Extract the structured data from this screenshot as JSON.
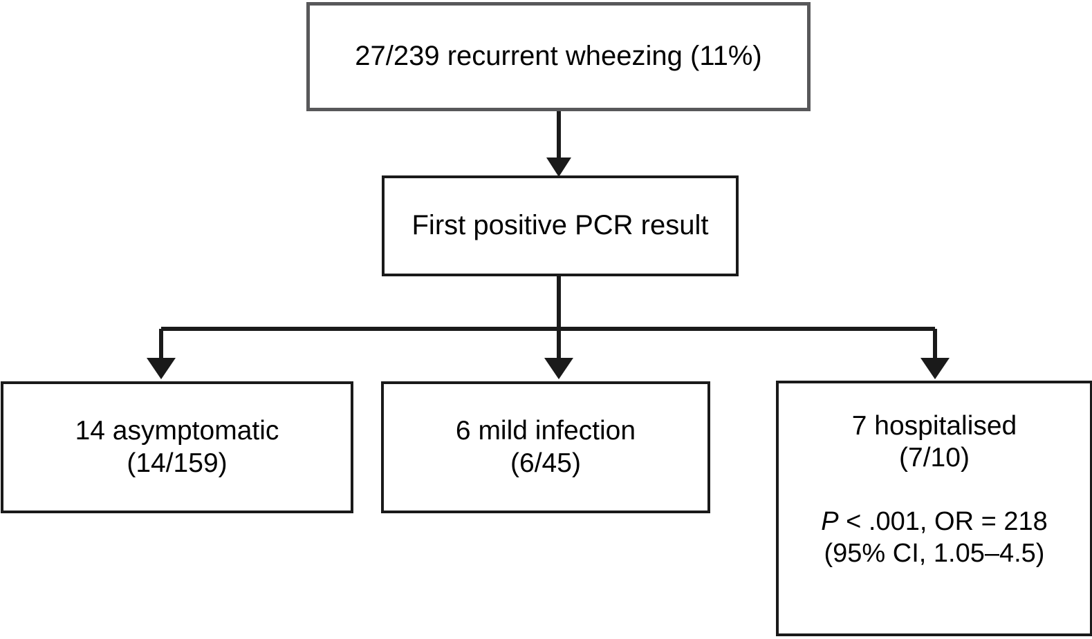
{
  "figure": {
    "type": "flowchart",
    "orientation": "top-down",
    "background_color": "#ffffff",
    "text_color": "#000000"
  },
  "nodes": [
    {
      "id": "wheezing",
      "name": "recurrent-wheezing",
      "lines": [
        "27/239 recurrent wheezing (11%)"
      ],
      "numerator": 27,
      "denominator": 239,
      "percent": "11%",
      "border_color": "#58585a"
    },
    {
      "id": "pcr",
      "name": "first-positive-pcr-result",
      "lines": [
        "First positive PCR result"
      ],
      "border_color": "#1a1a1a"
    },
    {
      "id": "asymptomatic",
      "name": "asymptomatic-group",
      "lines": [
        "14 asymptomatic",
        "(14/159)"
      ],
      "count": 14,
      "numerator": 14,
      "denominator": 159,
      "border_color": "#1a1a1a"
    },
    {
      "id": "mild",
      "name": "mild-infection-group",
      "lines": [
        "6 mild infection",
        "(6/45)"
      ],
      "count": 6,
      "numerator": 6,
      "denominator": 45,
      "border_color": "#1a1a1a"
    },
    {
      "id": "hospitalised",
      "name": "hospitalised-group",
      "lines": [
        "7 hospitalised",
        "(7/10)"
      ],
      "count": 7,
      "numerator": 7,
      "denominator": 10,
      "border_color": "#1a1a1a",
      "statistics": {
        "p_symbol": "P",
        "p_value_text": " < .001, OR = 218",
        "ci_text": "(95% CI, 1.05–4.5)",
        "p_value": "<.001",
        "odds_ratio": 218,
        "ci_level": "95%",
        "ci_lower": 1.05,
        "ci_upper": 4.5
      }
    }
  ],
  "edges": [
    {
      "name": "edge-wheezing-to-pcr",
      "from": "wheezing",
      "to": "pcr",
      "style": "straight-arrow"
    },
    {
      "name": "edge-pcr-to-asymptomatic",
      "from": "pcr",
      "to": "asymptomatic",
      "style": "elbow-arrow"
    },
    {
      "name": "edge-pcr-to-mild",
      "from": "pcr",
      "to": "mild",
      "style": "straight-arrow"
    },
    {
      "name": "edge-pcr-to-hospitalised",
      "from": "pcr",
      "to": "hospitalised",
      "style": "elbow-arrow"
    }
  ]
}
